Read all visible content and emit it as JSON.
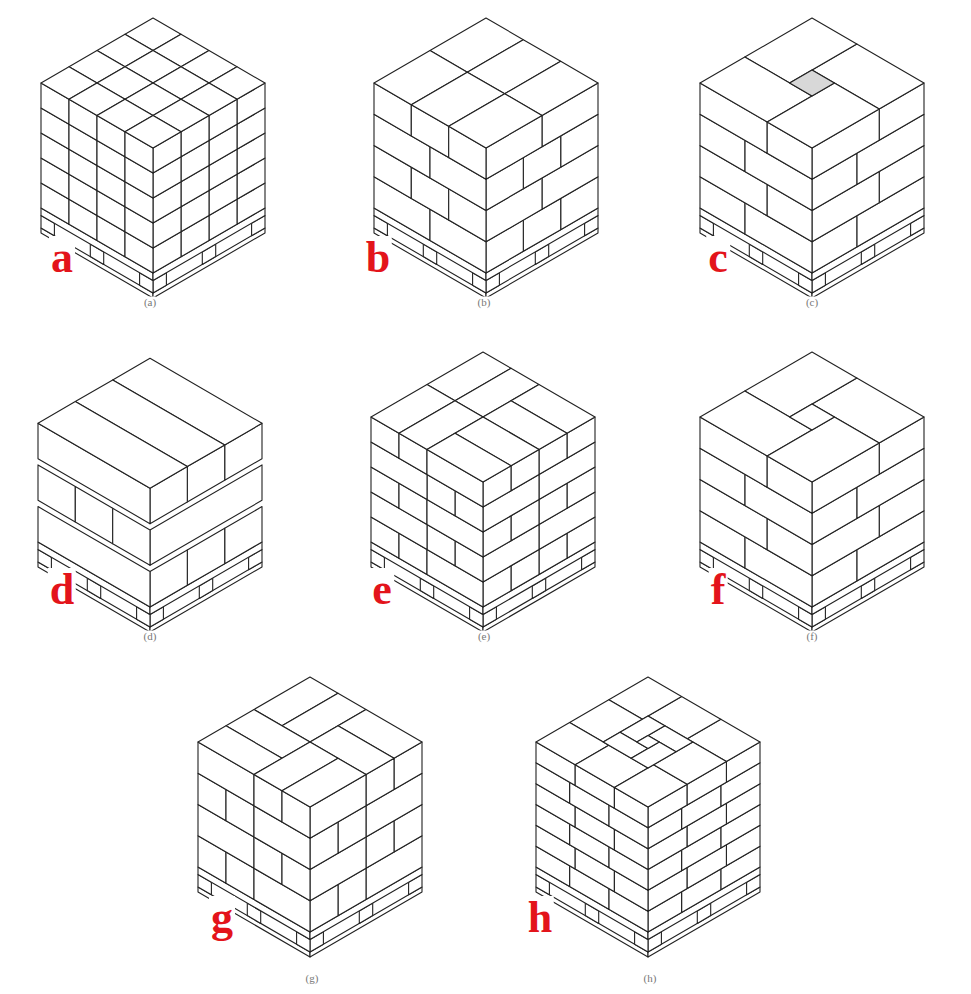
{
  "diagram": {
    "labels": [
      "a",
      "b",
      "c",
      "(a)",
      "(b)",
      "(c)",
      "d",
      "e",
      "f",
      "(d)",
      "(e)",
      "(f)",
      "g",
      "h",
      "(g)",
      "(h)"
    ]
  }
}
